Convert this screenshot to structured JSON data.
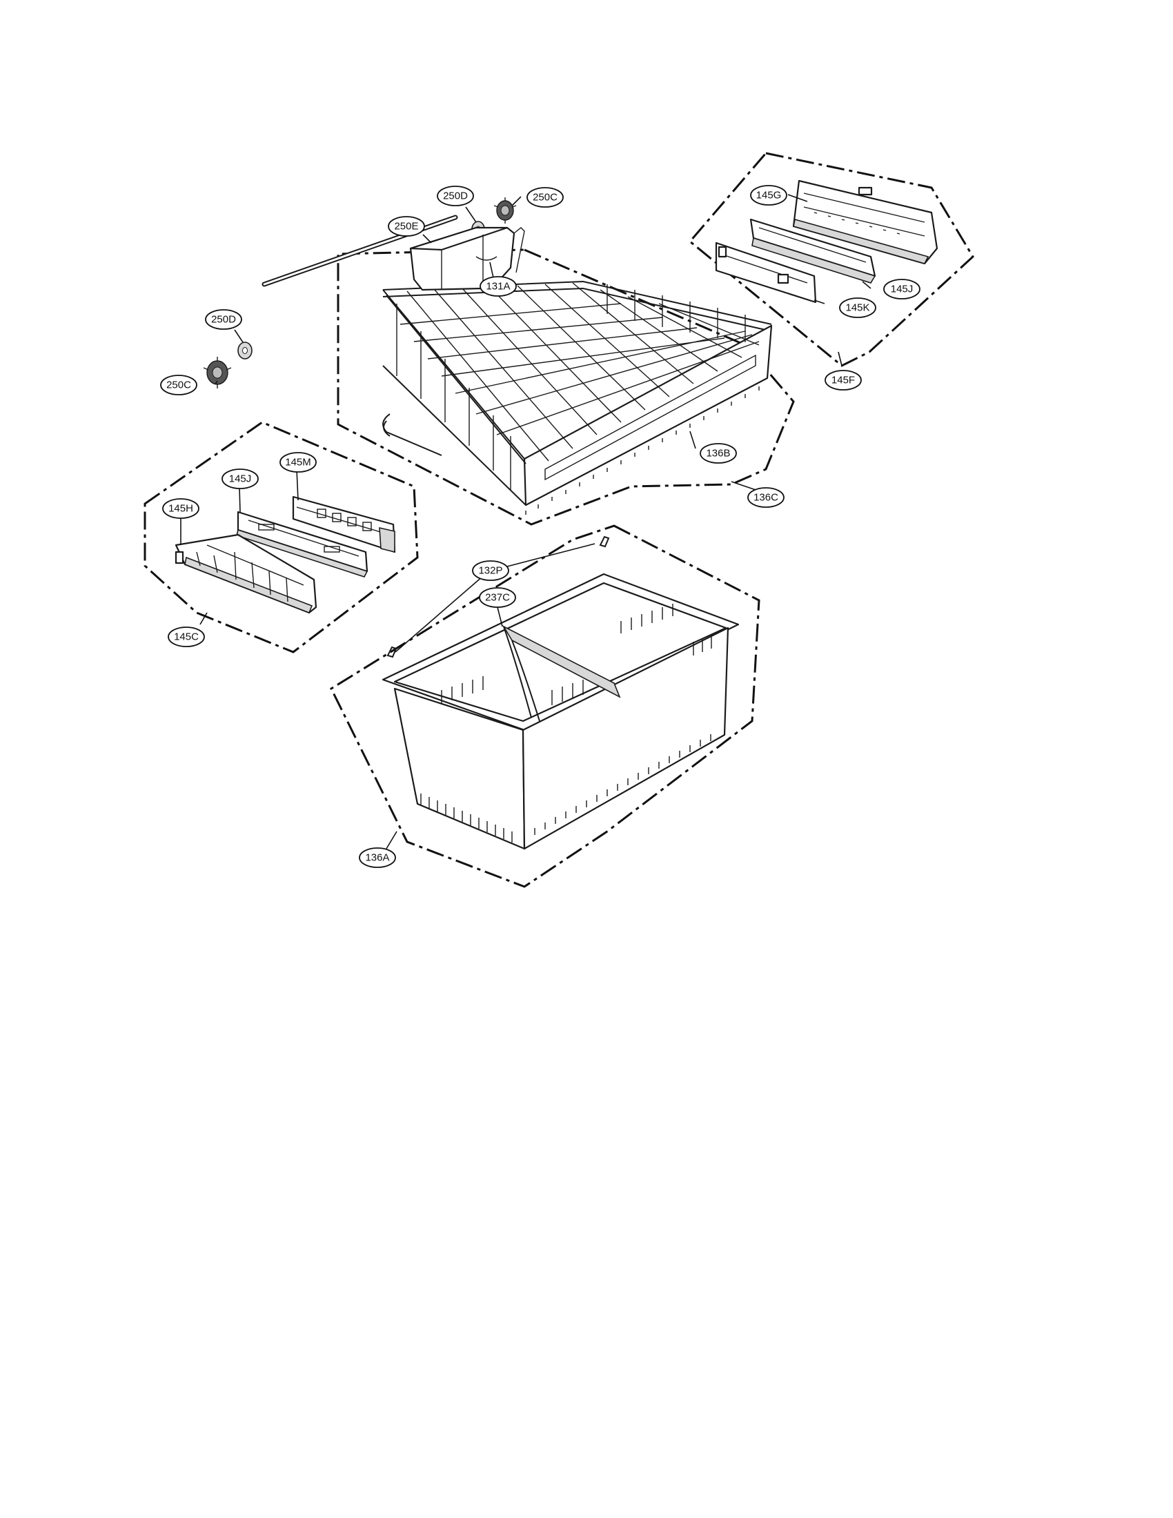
{
  "callouts": {
    "c250D_top": "250D",
    "c250C_top": "250C",
    "c250E": "250E",
    "c250D_left": "250D",
    "c250C_left": "250C",
    "c131A": "131A",
    "c136B": "136B",
    "c136C": "136C",
    "c145G": "145G",
    "c145J_right": "145J",
    "c145K": "145K",
    "c145F": "145F",
    "c145J_left": "145J",
    "c145M": "145M",
    "c145H": "145H",
    "c145C": "145C",
    "c132P": "132P",
    "c237C": "237C",
    "c136A": "136A"
  }
}
